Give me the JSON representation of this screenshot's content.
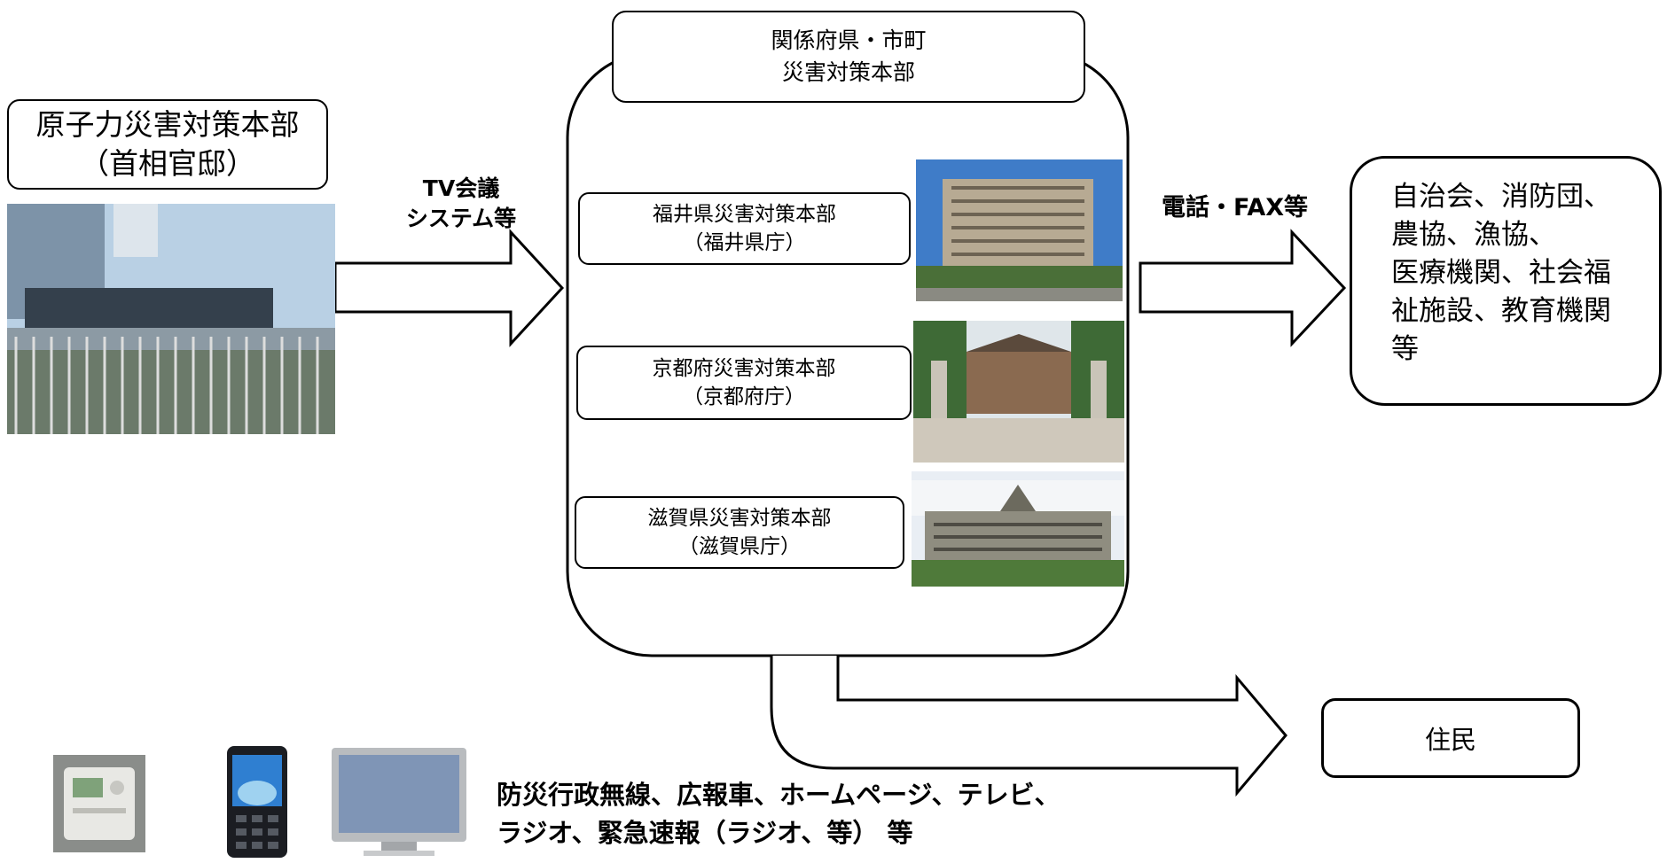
{
  "top_box": {
    "line1": "関係府県・市町",
    "line2": "災害対策本部"
  },
  "pm_office": {
    "line1": "原子力災害対策本部",
    "line2": "（首相官邸）"
  },
  "tv_label": {
    "line1": "TV会議",
    "line2": "システム等"
  },
  "phone_label": "電話・FAX等",
  "prefectures": [
    {
      "line1": "福井県災害対策本部",
      "line2": "（福井県庁）"
    },
    {
      "line1": "京都府災害対策本部",
      "line2": "（京都府庁）"
    },
    {
      "line1": "滋賀県災害対策本部",
      "line2": "（滋賀県庁）"
    }
  ],
  "orgs": {
    "line1": "自治会、消防団、",
    "line2": "農協、漁協、",
    "line3": "医療機関、社会福",
    "line4": "祉施設、教育機関",
    "line5": "等"
  },
  "residents": "住民",
  "broadcast": {
    "line1": "防災行政無線、広報車、ホームページ、テレビ、",
    "line2": "ラジオ、緊急速報（ラジオ、等） 等"
  }
}
